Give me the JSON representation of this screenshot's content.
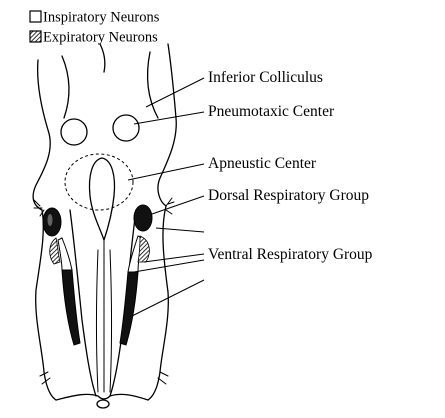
{
  "legend": {
    "inspiratory": "Inspiratory Neurons",
    "expiratory": "Expiratory Neurons"
  },
  "labels": {
    "inferior_colliculus": "Inferior Colliculus",
    "pneumotaxic_center": "Pneumotaxic Center",
    "apneustic_center": "Apneustic Center",
    "dorsal_respiratory_group": "Dorsal Respiratory Group",
    "ventral_respiratory_group": "Ventral Respiratory Group"
  },
  "colors": {
    "ink": "#000000",
    "background": "#ffffff"
  }
}
